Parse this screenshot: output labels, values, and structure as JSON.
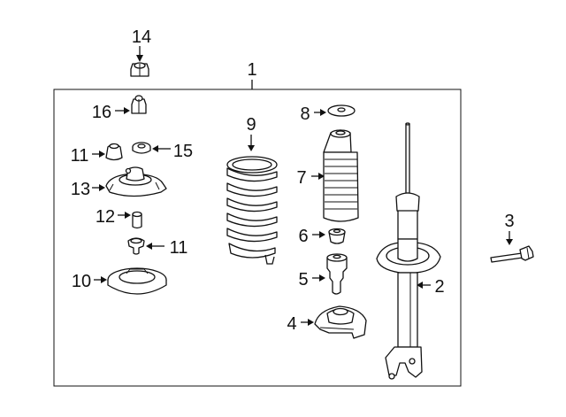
{
  "callouts": {
    "c1": "1",
    "c2": "2",
    "c3": "3",
    "c4": "4",
    "c5": "5",
    "c6": "6",
    "c7": "7",
    "c8": "8",
    "c9": "9",
    "c10": "10",
    "c11a": "11",
    "c11b": "11",
    "c12": "12",
    "c13": "13",
    "c14": "14",
    "c15": "15",
    "c16": "16"
  },
  "parts": [
    {
      "id": "1",
      "name": "strut-assembly"
    },
    {
      "id": "2",
      "name": "shock-absorber"
    },
    {
      "id": "3",
      "name": "bolt"
    },
    {
      "id": "4",
      "name": "spring-seat"
    },
    {
      "id": "5",
      "name": "bump-stop"
    },
    {
      "id": "6",
      "name": "bushing"
    },
    {
      "id": "7",
      "name": "dust-boot"
    },
    {
      "id": "8",
      "name": "washer"
    },
    {
      "id": "9",
      "name": "coil-spring"
    },
    {
      "id": "10",
      "name": "spring-insulator"
    },
    {
      "id": "11",
      "name": "bushing"
    },
    {
      "id": "12",
      "name": "collar"
    },
    {
      "id": "13",
      "name": "strut-mount"
    },
    {
      "id": "14",
      "name": "nut"
    },
    {
      "id": "15",
      "name": "washer"
    },
    {
      "id": "16",
      "name": "nut"
    }
  ]
}
